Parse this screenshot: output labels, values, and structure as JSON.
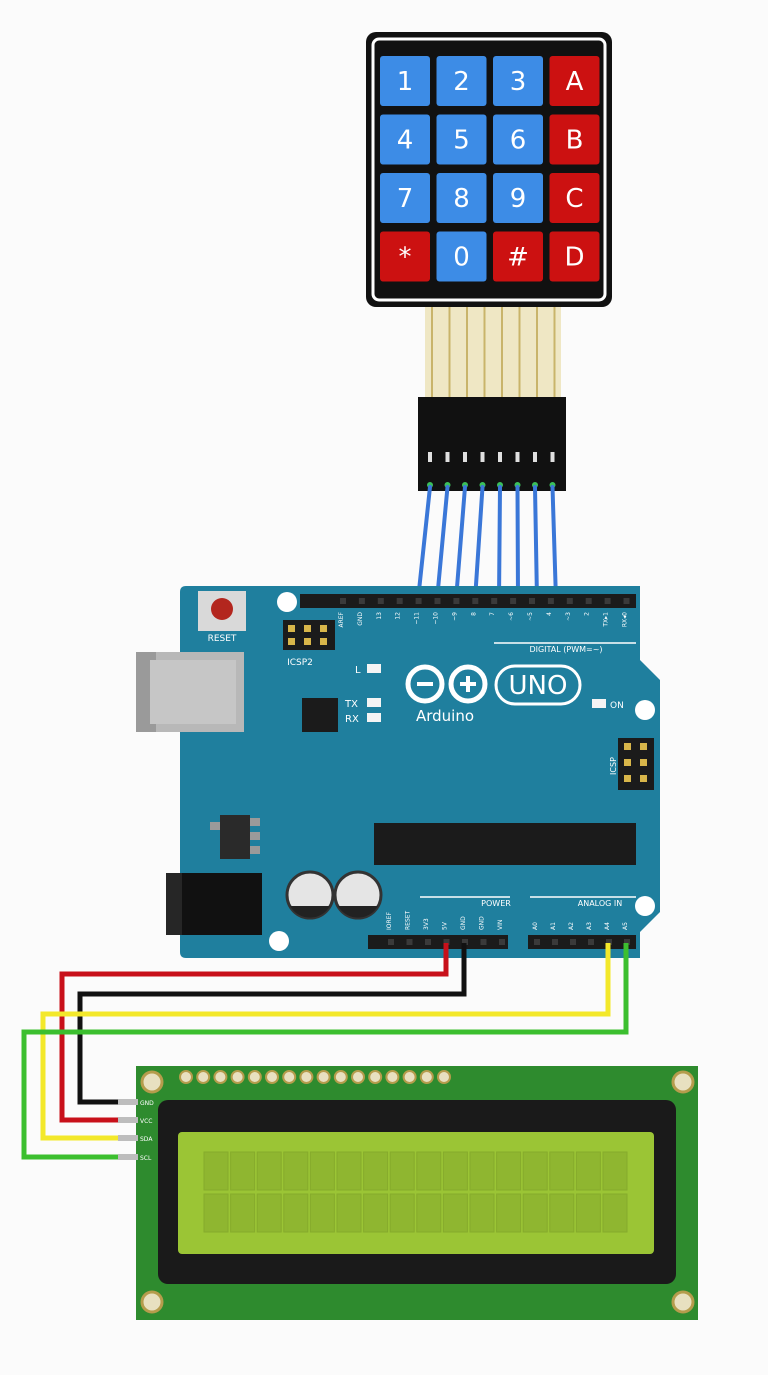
{
  "keypad": {
    "keys": [
      "1",
      "2",
      "3",
      "A",
      "4",
      "5",
      "6",
      "B",
      "7",
      "8",
      "9",
      "C",
      "*",
      "0",
      "#",
      "D"
    ],
    "numeric_color": "#3d8ce6",
    "letter_color": "#cc1111"
  },
  "arduino": {
    "logo_text": "Arduino",
    "uno_label": "UNO",
    "reset_label": "RESET",
    "icsp2_label": "ICSP2",
    "icsp_label": "ICSP",
    "l_label": "L",
    "tx_label": "TX",
    "rx_label": "RX",
    "on_label": "ON",
    "digital_label": "DIGITAL (PWM=~)",
    "power_label": "POWER",
    "analog_label": "ANALOG IN",
    "digital_pins": [
      "AREF",
      "GND",
      "13",
      "12",
      "~11",
      "~10",
      "~9",
      "8",
      "7",
      "~6",
      "~5",
      "4",
      "~3",
      "2",
      "TX▸1",
      "RX◂0"
    ],
    "power_pins": [
      "IOREF",
      "RESET",
      "3V3",
      "5V",
      "GND",
      "GND",
      "VIN"
    ],
    "analog_pins": [
      "A0",
      "A1",
      "A2",
      "A3",
      "A4",
      "A5"
    ],
    "board_color": "#1f7f9e"
  },
  "lcd": {
    "pins": [
      "GND",
      "VCC",
      "SDA",
      "SCL"
    ],
    "screen_color": "#9bc535",
    "pcb_color": "#2e8b2e"
  },
  "wires": {
    "red": "#c8101a",
    "black": "#111111",
    "yellow": "#f3e82a",
    "green": "#3cbf2f",
    "blue": "#3a77d8"
  }
}
